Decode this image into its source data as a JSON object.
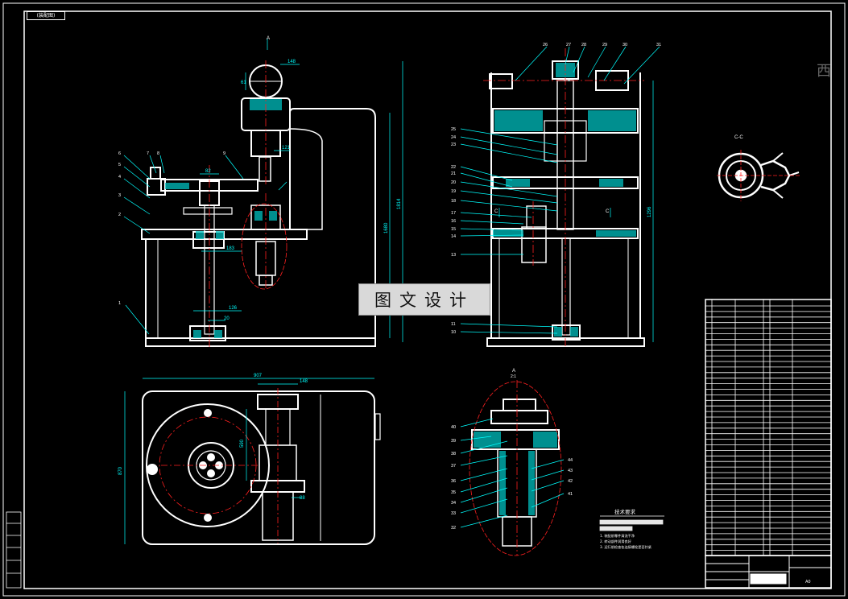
{
  "sheet": {
    "title_tab": "(装配图)",
    "watermark": "图文设计",
    "edge_glyph": "西"
  },
  "views": {
    "section_a_label": "A",
    "section_c_label": "C-C",
    "detail_a_label": "A",
    "detail_a_scale": "2:1",
    "c_marker_left": "C",
    "c_marker_right": "C"
  },
  "dimensions": {
    "front": [
      "148",
      "61",
      "121",
      "82",
      "183",
      "126",
      "20",
      "1814",
      "1680"
    ],
    "side": [
      "1296"
    ],
    "top": [
      "907",
      "148",
      "590",
      "870",
      "88"
    ]
  },
  "part_balloons": {
    "front": [
      "1",
      "2",
      "3",
      "4",
      "5",
      "6",
      "7",
      "8",
      "9"
    ],
    "side": [
      "10",
      "11",
      "13",
      "14",
      "15",
      "16",
      "17",
      "18",
      "19",
      "20",
      "21",
      "22",
      "23",
      "24",
      "25",
      "26",
      "27",
      "28",
      "29",
      "30",
      "31"
    ],
    "detail": [
      "32",
      "33",
      "34",
      "35",
      "36",
      "37",
      "38",
      "39",
      "40",
      "41",
      "42",
      "43",
      "44"
    ]
  },
  "notes": {
    "title": "技术要求",
    "line1": "1. 装配前零件清洗干净",
    "line2": "2. 转动部件润滑良好",
    "line3": "3. 运行前检查各连接螺栓是否拧紧"
  },
  "title_block": {
    "drawing_no": "A0"
  },
  "colors": {
    "background": "#000000",
    "outline": "#ffffff",
    "dimension": "#00ffff",
    "centerline": "#ff2020",
    "hatch": "#00bfbf",
    "leader": "#00ffff"
  }
}
